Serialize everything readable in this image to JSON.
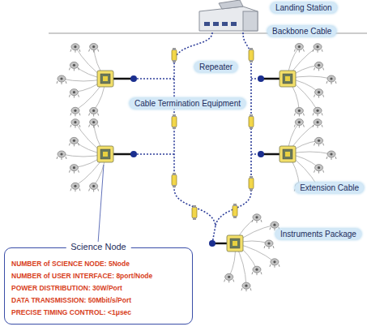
{
  "diagram": {
    "nodes": [
      {
        "text": [
          "Science Node",
          "NUMBER of SCIENCE NODE: 5Node",
          "NUMBER of USER INTERFACE: 8port/Node",
          "POWER DISTRIBUTION: 30W/Port",
          "DATA TRANSMISSION: 50Mbit/s/Port",
          "PRECISE TIMING CONTROL: <1μsec"
        ]
      }
    ],
    "labels": [
      "Landing Station",
      "Backbone Cable",
      "Repeater",
      "Cable Termination Equipment",
      "Extension Cable",
      "Instruments Package"
    ]
  }
}
